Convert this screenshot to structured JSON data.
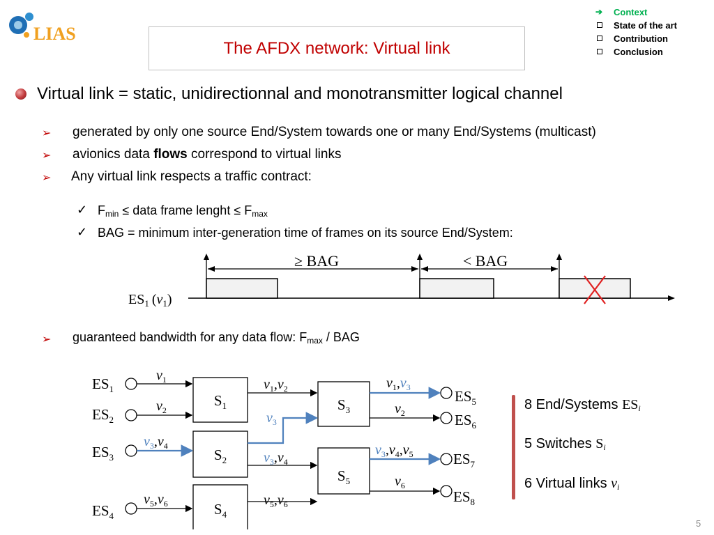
{
  "nav": {
    "items": [
      {
        "label": "Context",
        "active": true
      },
      {
        "label": "State of the art",
        "active": false
      },
      {
        "label": "Contribution",
        "active": false
      },
      {
        "label": "Conclusion",
        "active": false
      }
    ],
    "active_color": "#00b050"
  },
  "logo": {
    "text": "LIAS"
  },
  "title": "The AFDX network: Virtual link",
  "main_bullet": "Virtual link = static, unidirectionnal and monotransmitter logical channel",
  "sub_bullets": {
    "b1": "generated by only one source End/System towards one or many End/Systems (multicast)",
    "b2_pre": "avionics data ",
    "b2_bold": "flows",
    "b2_post": " correspond to virtual links",
    "b3": "Any virtual link respects a traffic contract:",
    "b4_pre": "guaranteed bandwidth for any data flow: F",
    "b4_sub": "max",
    "b4_post": " / BAG"
  },
  "checks": {
    "c1_pre": "F",
    "c1_sub1": "min",
    "c1_mid": " ≤ data frame lenght ≤ F",
    "c1_sub2": "max",
    "c2": "BAG = minimum inter-generation time of frames on its source End/System:"
  },
  "timeline": {
    "label_ge": "≥ BAG",
    "label_lt": "< BAG",
    "es_label": "ES",
    "es_sub": "1",
    "v_label": "v",
    "v_sub": "1"
  },
  "network": {
    "es": [
      "ES1",
      "ES2",
      "ES3",
      "ES4",
      "ES5",
      "ES6",
      "ES7",
      "ES8"
    ],
    "switches": [
      "S1",
      "S2",
      "S3",
      "S4",
      "S5"
    ],
    "links": {
      "l1": "v1",
      "l2": "v2",
      "l3": "v3,v4",
      "l4": "v5,v6",
      "s1s3": "v1,v2",
      "s2s3": "v3",
      "s2s5": "v3,v4",
      "s4s5": "v5,v6",
      "s3es5": "v1,v3",
      "s3es6": "v2",
      "s5es7": "v3,v4,v5",
      "s5es8": "v6"
    },
    "highlight_color": "#4f81bd"
  },
  "summary": {
    "es_text": "8 End/Systems ",
    "es_sym": "ES",
    "es_idx": "i",
    "sw_text": "5 Switches ",
    "sw_sym": "S",
    "sw_idx": "i",
    "vl_text": "6 Virtual links ",
    "vl_sym": "v",
    "vl_idx": "i"
  },
  "page_number": "5"
}
